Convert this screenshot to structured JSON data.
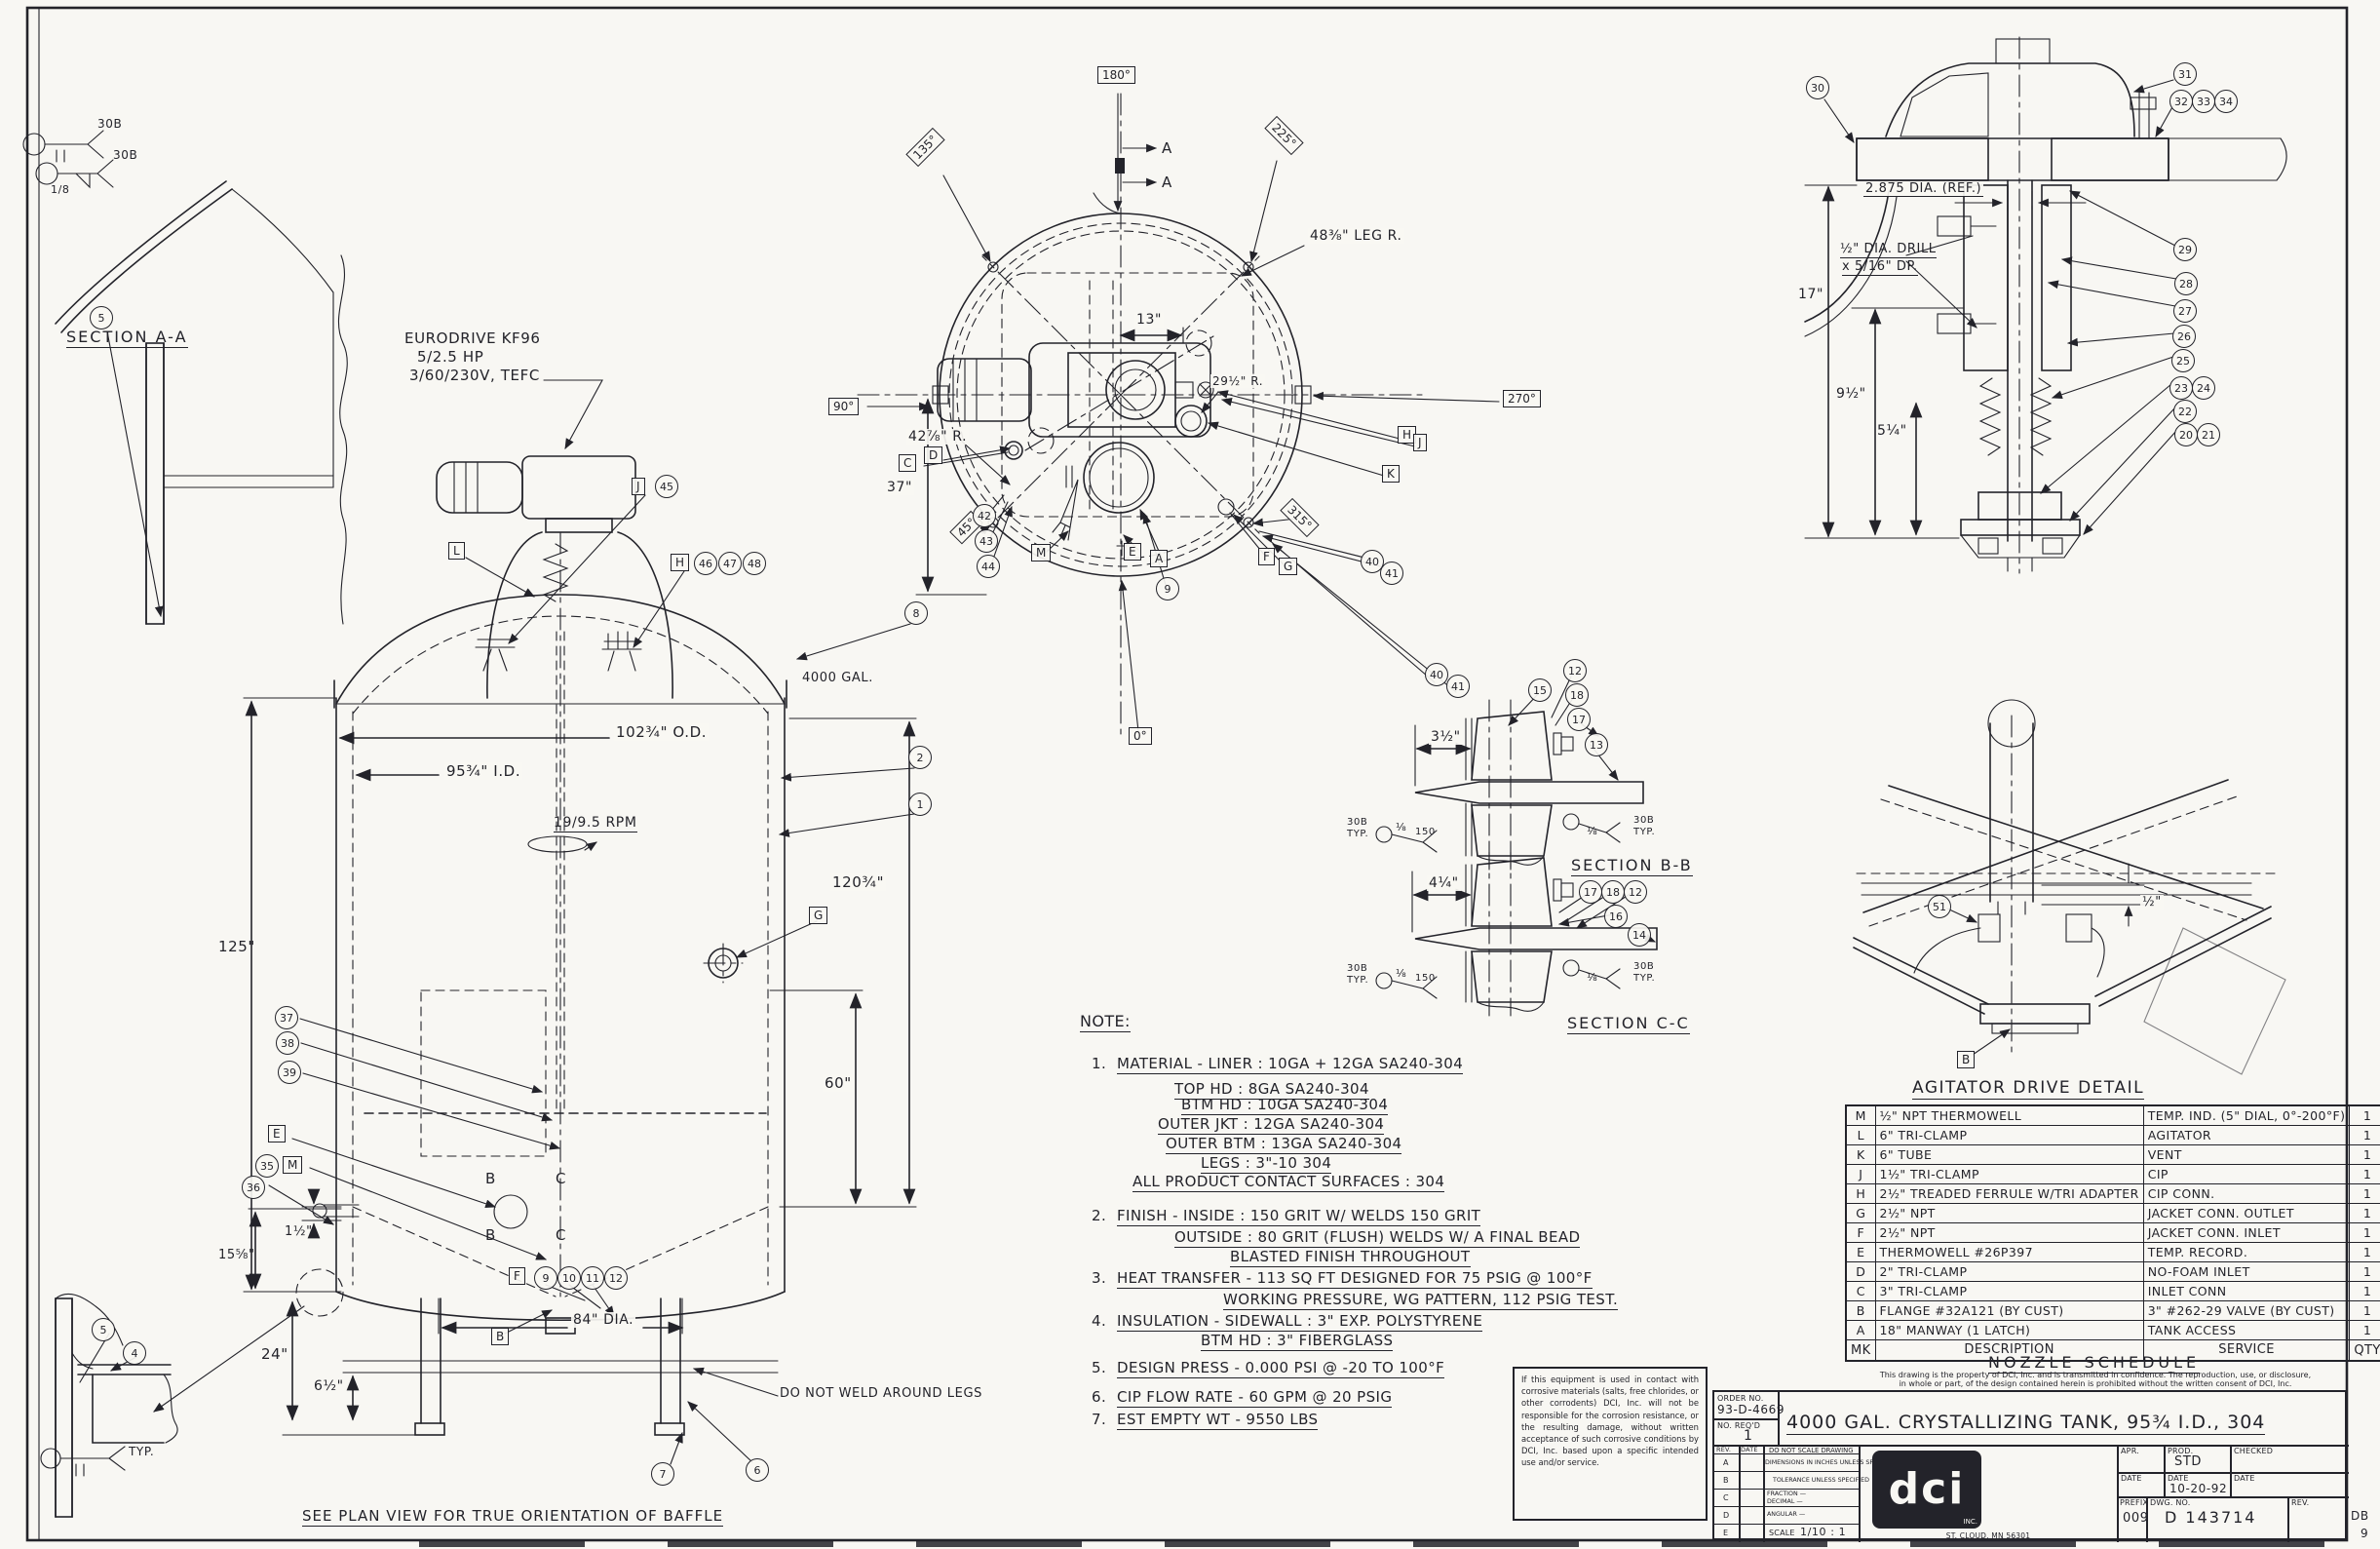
{
  "section_aa": {
    "title": "SECTION A-A",
    "balloon_5": "5",
    "weld_top": "30B",
    "weld_mid": "30B",
    "weld_fillet": "1/8"
  },
  "elevation": {
    "drive_line1": "EURODRIVE  KF96",
    "drive_line2": "5/2.5 HP",
    "drive_line3": "3/60/230V, TEFC",
    "capacity": "4000 GAL.",
    "dim_od": "102¾\" O.D.",
    "dim_id": "95¾\" I.D.",
    "rpm": "19/9.5 RPM",
    "dim_height": "125\"",
    "dim_jacket_height": "120¾\"",
    "dim_60": "60\"",
    "dim_1_5": "1½\"",
    "dim_15_58": "15⅝\"",
    "dim_24": "24\"",
    "dim_6_5": "6½\"",
    "dim_84": "84\" DIA.",
    "note_legs": "DO NOT WELD AROUND LEGS",
    "note_baffle": "SEE PLAN VIEW FOR TRUE ORIENTATION OF BAFFLE",
    "letters": {
      "l": "L",
      "j": "J",
      "h": "H",
      "g": "G",
      "e": "E",
      "m": "M",
      "f": "F",
      "b": "B",
      "b_arrow": "B",
      "c_arrow": "C"
    },
    "balloons": {
      "b45": "45",
      "b46": "46",
      "b47": "47",
      "b48": "48",
      "b8": "8",
      "b2": "2",
      "b1": "1",
      "b37": "37",
      "b38": "38",
      "b39": "39",
      "b35": "35",
      "b36": "36",
      "b9": "9",
      "b10": "10",
      "b11": "11",
      "b12": "12",
      "b7": "7",
      "b6": "6"
    }
  },
  "plan": {
    "angles": {
      "a0": "0°",
      "a45": "45°",
      "a90": "90°",
      "a135": "135°",
      "a180": "180°",
      "a225": "225°",
      "a270": "270°",
      "a315": "315°"
    },
    "section_letter": "A",
    "dim_13": "13\"",
    "dim_37": "37\"",
    "leg_radius": "48⅜\" LEG R.",
    "baffle_radius": "42⅞\" R.",
    "nozzle_radius": "29½\" R.",
    "letters": {
      "c": "C",
      "d": "D",
      "m": "M",
      "e": "E",
      "a": "A",
      "f": "F",
      "g": "G",
      "h": "H",
      "j": "J",
      "k": "K"
    },
    "balloons": {
      "b42": "42",
      "b43": "43",
      "b44": "44",
      "b40": "40",
      "b41": "41",
      "b9": "9"
    }
  },
  "drive_detail": {
    "title": "AGITATOR DRIVE DETAIL",
    "dim_dia": "2.875 DIA. (REF.)",
    "dim_drill1": "½\" DIA. DRILL",
    "dim_drill2": "x 5/16\" DP.",
    "dim_17": "17\"",
    "dim_9_5": "9½\"",
    "dim_5_25": "5¼\"",
    "balloons": {
      "b30": "30",
      "b31": "31",
      "b32": "32",
      "b33": "33",
      "b34": "34",
      "b29": "29",
      "b28": "28",
      "b27": "27",
      "b26": "26",
      "b25": "25",
      "b24": "24",
      "b23": "23",
      "b22": "22",
      "b21": "21",
      "b20": "20"
    }
  },
  "section_bb": {
    "title": "SECTION B-B",
    "dim": "3½\"",
    "balloons": {
      "b40": "40",
      "b41": "41",
      "b15": "15",
      "b12": "12",
      "b18": "18",
      "b17": "17",
      "b13": "13"
    },
    "weld_left_1": "30B",
    "weld_left_2": "TYP.",
    "weld_left_3": "⅛",
    "weld_left_4": "150",
    "weld_right_1": "30B",
    "weld_right_2": "TYP.",
    "weld_right_3": "⅛"
  },
  "section_cc": {
    "title": "SECTION C-C",
    "dim": "4¼\"",
    "balloons": {
      "b17": "17",
      "b18": "18",
      "b12": "12",
      "b16": "16",
      "b14": "14"
    },
    "weld_left_1": "30B",
    "weld_left_2": "TYP.",
    "weld_left_3": "⅛",
    "weld_left_4": "150",
    "weld_right_1": "30B",
    "weld_right_2": "TYP.",
    "weld_right_3": "⅛"
  },
  "cone_detail": {
    "balloon_51": "51",
    "dim_half": "½\"",
    "letter_b": "B"
  },
  "leg_detail": {
    "balloon_5": "5",
    "balloon_4": "4",
    "weld_typ": "TYP."
  },
  "notes": {
    "heading": "NOTE:",
    "n1_num": "1.",
    "n1_l1": "MATERIAL - LINER : 10GA + 12GA SA240-304",
    "n1_l2": "TOP HD : 8GA SA240-304",
    "n1_l3": "BTM HD : 10GA SA240-304",
    "n1_l4": "OUTER JKT : 12GA SA240-304",
    "n1_l5": "OUTER BTM : 13GA SA240-304",
    "n1_l6": "LEGS : 3\"-10  304",
    "n1_l7": "ALL PRODUCT CONTACT SURFACES : 304",
    "n2_num": "2.",
    "n2_l1": "FINISH - INSIDE : 150 GRIT W/ WELDS 150 GRIT",
    "n2_l2": "OUTSIDE : 80 GRIT (FLUSH) WELDS W/ A FINAL BEAD",
    "n2_l3": "BLASTED FINISH THROUGHOUT",
    "n3_num": "3.",
    "n3_l1": "HEAT TRANSFER - 113 SQ FT DESIGNED FOR 75 PSIG @ 100°F",
    "n3_l2": "WORKING PRESSURE, WG PATTERN, 112 PSIG TEST.",
    "n4_num": "4.",
    "n4_l1": "INSULATION - SIDEWALL : 3\" EXP. POLYSTYRENE",
    "n4_l2": "BTM HD : 3\" FIBERGLASS",
    "n5_num": "5.",
    "n5_l1": "DESIGN PRESS - 0.000 PSI @ -20 TO 100°F",
    "n6_num": "6.",
    "n6_l1": "CIP FLOW RATE - 60 GPM @ 20 PSIG",
    "n7_num": "7.",
    "n7_l1": "EST EMPTY WT - 9550 LBS"
  },
  "nozzle_schedule": {
    "title": "NOZZLE SCHEDULE",
    "headers": {
      "mk": "MK",
      "description": "DESCRIPTION",
      "service": "SERVICE",
      "qty": "QTY"
    },
    "rows": [
      {
        "mk": "M",
        "description": "½\" NPT THERMOWELL",
        "service": "TEMP. IND. (5\" DIAL, 0°-200°F)",
        "qty": "1"
      },
      {
        "mk": "L",
        "description": "6\" TRI-CLAMP",
        "service": "AGITATOR",
        "qty": "1"
      },
      {
        "mk": "K",
        "description": "6\" TUBE",
        "service": "VENT",
        "qty": "1"
      },
      {
        "mk": "J",
        "description": "1½\" TRI-CLAMP",
        "service": "CIP",
        "qty": "1"
      },
      {
        "mk": "H",
        "description": "2½\" TREADED FERRULE W/TRI ADAPTER",
        "service": "CIP CONN.",
        "qty": "1"
      },
      {
        "mk": "G",
        "description": "2½\" NPT",
        "service": "JACKET CONN. OUTLET",
        "qty": "1"
      },
      {
        "mk": "F",
        "description": "2½\" NPT",
        "service": "JACKET CONN. INLET",
        "qty": "1"
      },
      {
        "mk": "E",
        "description": "THERMOWELL  #26P397",
        "service": "TEMP. RECORD.",
        "qty": "1"
      },
      {
        "mk": "D",
        "description": "2\" TRI-CLAMP",
        "service": "NO-FOAM INLET",
        "qty": "1"
      },
      {
        "mk": "C",
        "description": "3\" TRI-CLAMP",
        "service": "INLET CONN",
        "qty": "1"
      },
      {
        "mk": "B",
        "description": "FLANGE #32A121  (BY CUST)",
        "service": "3\" #262-29 VALVE  (BY CUST)",
        "qty": "1"
      },
      {
        "mk": "A",
        "description": "18\" MANWAY  (1 LATCH)",
        "service": "TANK ACCESS",
        "qty": "1"
      }
    ]
  },
  "title_block": {
    "property_line1": "This drawing is the property of DCI, Inc. and is transmitted in confidence. The reproduction, use, or disclosure,",
    "property_line2": "in whole or part, of the design contained herein is prohibited without the written consent of DCI, Inc.",
    "order_no_label": "ORDER NO.",
    "order_no_value": "93-D-4669",
    "no_reqd_label": "NO. REQ'D",
    "no_reqd_value": "1",
    "drawing_title": "4000 GAL. CRYSTALLIZING TANK, 95¾ I.D., 304",
    "rev_label": "REV.",
    "date_label": "DATE",
    "rev_a": "A",
    "rev_b": "B",
    "rev_c": "C",
    "rev_d": "D",
    "rev_e": "E",
    "do_not_scale": "DO NOT SCALE DRAWING",
    "dims_note": "DIMENSIONS IN INCHES UNLESS SPECIFIED",
    "tolerance_note": "TOLERANCE UNLESS SPECIFIED",
    "fraction": "FRACTION —",
    "decimal": "DECIMAL —",
    "angular": "ANGULAR —",
    "scale_label": "SCALE",
    "scale_value": "1/10 : 1",
    "logo_text": "dci",
    "logo_inc": "INC.",
    "city": "ST. CLOUD, MN 56301",
    "apr_label": "APR.",
    "prod_label": "PROD.",
    "prod_value": "STD",
    "checked_label": "CHECKED",
    "date2_label": "DATE",
    "date3_label": "DATE",
    "date4_label": "DATE",
    "date_value": "10-20-92",
    "prefix_label": "PREFIX",
    "prefix_value": "009",
    "dwg_label": "DWG. NO.",
    "dwg_value": "D 143714",
    "rev2_label": "REV.",
    "corner_mark": "DB",
    "corner_mark2": "9"
  },
  "disclaimer": {
    "text": "If this equipment is used in contact with corrosive materials (salts, free chlorides, or other corrodents) DCI, Inc. will not be responsible for the corrosion resistance, or the resulting damage, without written acceptance of such corrosive conditions by DCI, Inc. based upon a specific intended use and/or service."
  }
}
